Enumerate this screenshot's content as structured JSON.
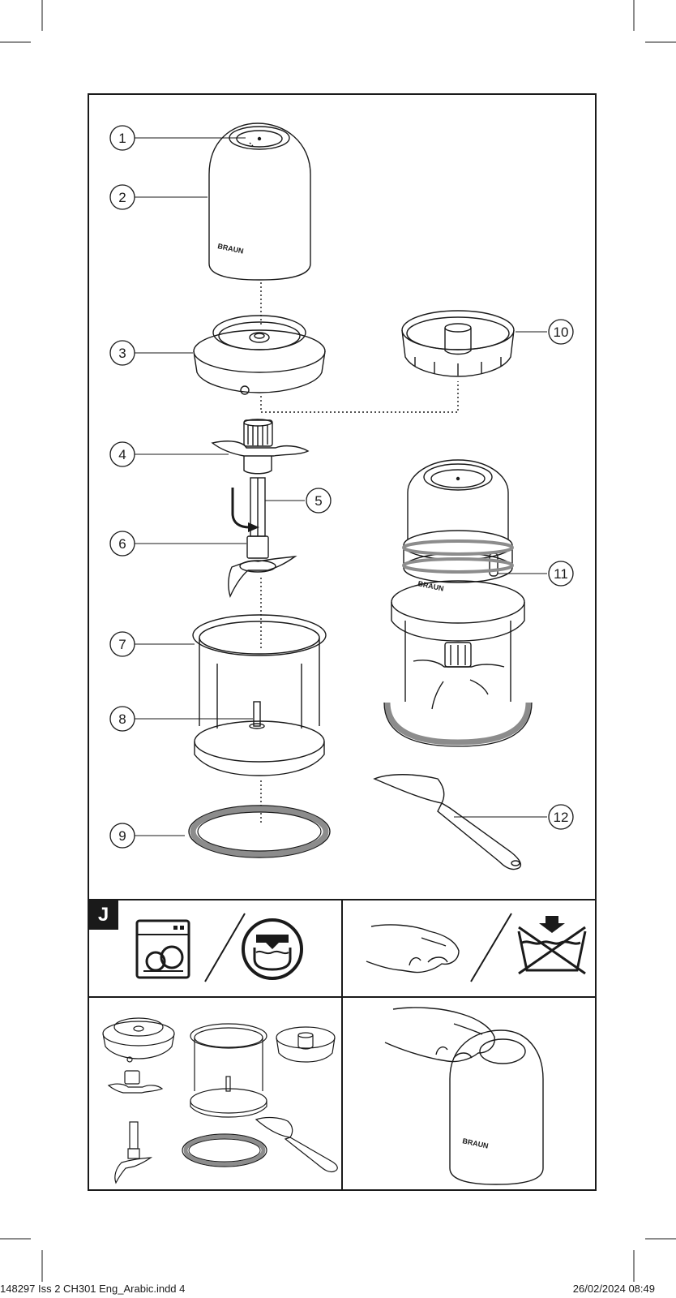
{
  "brand_mark": "BRAUN",
  "section_label": "J",
  "callouts": [
    {
      "id": "callout-1",
      "label": "1"
    },
    {
      "id": "callout-2",
      "label": "2"
    },
    {
      "id": "callout-3",
      "label": "3"
    },
    {
      "id": "callout-4",
      "label": "4"
    },
    {
      "id": "callout-5",
      "label": "5"
    },
    {
      "id": "callout-6",
      "label": "6"
    },
    {
      "id": "callout-7",
      "label": "7"
    },
    {
      "id": "callout-8",
      "label": "8"
    },
    {
      "id": "callout-9",
      "label": "9"
    },
    {
      "id": "callout-10",
      "label": "10"
    },
    {
      "id": "callout-11",
      "label": "11"
    },
    {
      "id": "callout-12",
      "label": "12"
    }
  ],
  "icons": {
    "dishwasher": "dishwasher-icon",
    "immersion_ok": "water-immersion-icon",
    "no_immersion": "no-water-immersion-icon",
    "wipe_hand": "hand-wipe-icon"
  },
  "footer": {
    "file_slug": "148297 Iss 2 CH301 Eng_Arabic.indd   4",
    "date_slug": "26/02/2024   08:49"
  },
  "colors": {
    "ink": "#1a1a1a",
    "seal_gray": "#8c8c8c"
  }
}
